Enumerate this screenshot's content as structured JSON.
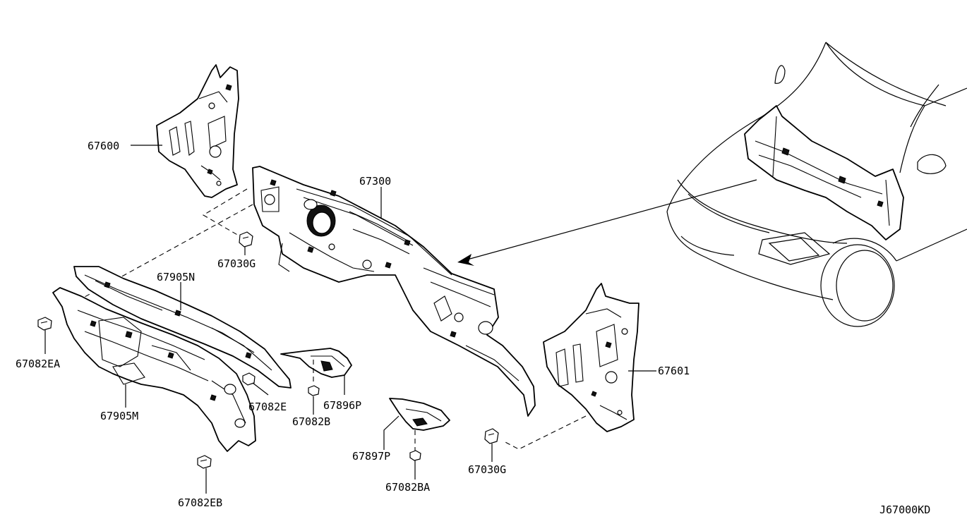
{
  "parts": {
    "p67600": "67600",
    "p67300": "67300",
    "p67030G_top": "67030G",
    "p67905N": "67905N",
    "p67082EA": "67082EA",
    "p67905M": "67905M",
    "p67082E": "67082E",
    "p67896P": "67896P",
    "p67082B": "67082B",
    "p67601": "67601",
    "p67897P": "67897P",
    "p67082BA": "67082BA",
    "p67030G_bottom": "67030G",
    "p67082EB": "67082EB"
  },
  "diagram_code": "J67000KD"
}
